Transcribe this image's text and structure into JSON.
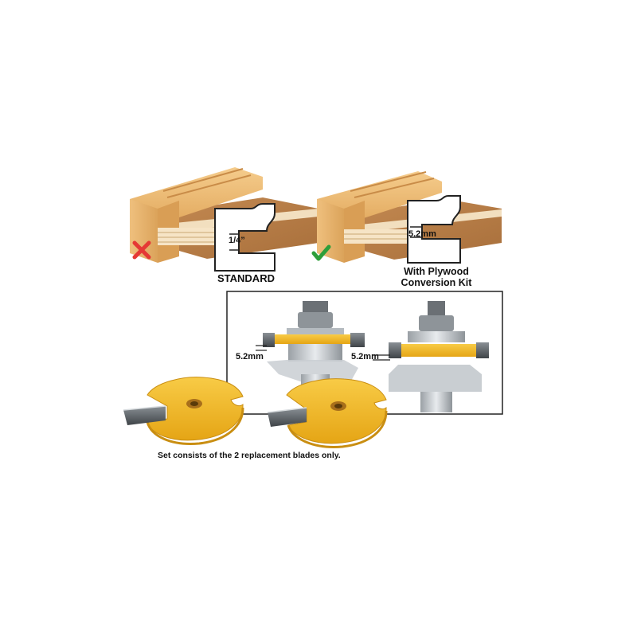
{
  "labels": {
    "standard": "STANDARD",
    "kit_line1": "With Plywood",
    "kit_line2": "Conversion Kit",
    "quarter_inch": "1/4”",
    "mm_profile": "5.2mm",
    "mm_bit_left": "5.2mm",
    "mm_bit_right": "5.2mm",
    "note": "Set consists of the 2 replacement blades only."
  },
  "icons": {
    "wrong": "x-mark-icon",
    "right": "check-mark-icon"
  },
  "colors": {
    "wrong": "#e53935",
    "right": "#2e9e3a",
    "wood": "#e9b872",
    "plywood": "#f2dfbf",
    "cutter": "#f1b521",
    "steel": "#bfc4c8",
    "carbide": "#555b60"
  }
}
